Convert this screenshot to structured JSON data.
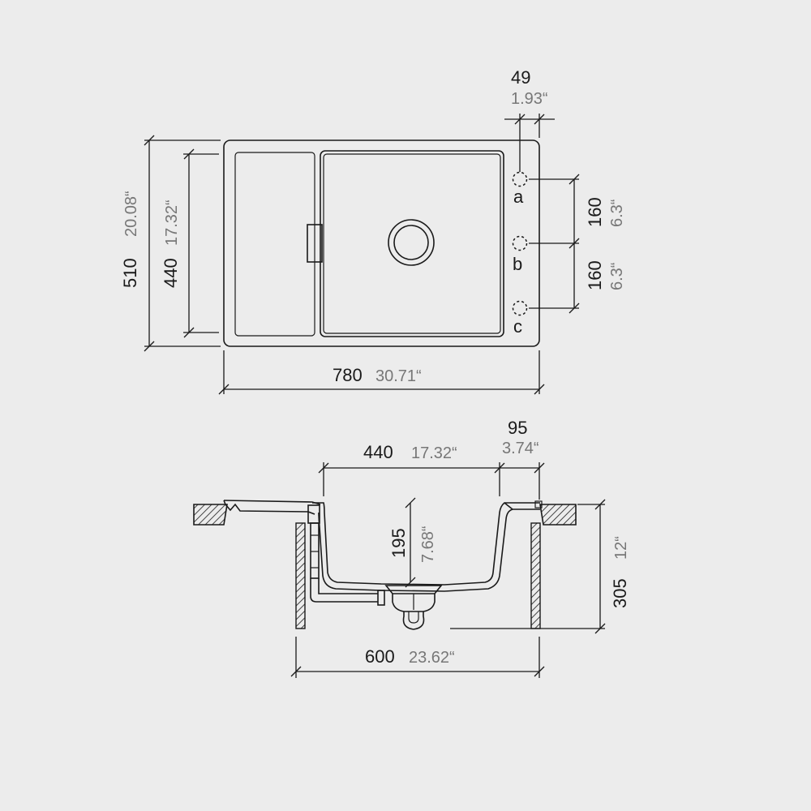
{
  "colors": {
    "background": "#ececec",
    "line": "#1a1a1a",
    "inch_text": "#777777"
  },
  "top_view": {
    "overall_depth": {
      "mm": "510",
      "inch": "20.08“"
    },
    "bowl_depth": {
      "mm": "440",
      "inch": "17.32“"
    },
    "overall_width": {
      "mm": "780",
      "inch": "30.71“"
    },
    "tap_hole_offset": {
      "mm": "49",
      "inch": "1.93“"
    },
    "tap_spacing_ab": {
      "mm": "160",
      "inch": "6.3“"
    },
    "tap_spacing_bc": {
      "mm": "160",
      "inch": "6.3“"
    },
    "tap_holes": [
      "a",
      "b",
      "c"
    ]
  },
  "section_view": {
    "bowl_width": {
      "mm": "440",
      "inch": "17.32“"
    },
    "rim_width": {
      "mm": "95",
      "inch": "3.74“"
    },
    "bowl_height": {
      "mm": "195",
      "inch": "7.68“"
    },
    "cabinet_height": {
      "mm": "305",
      "inch": "12“"
    },
    "cabinet_width": {
      "mm": "600",
      "inch": "23.62“"
    }
  }
}
